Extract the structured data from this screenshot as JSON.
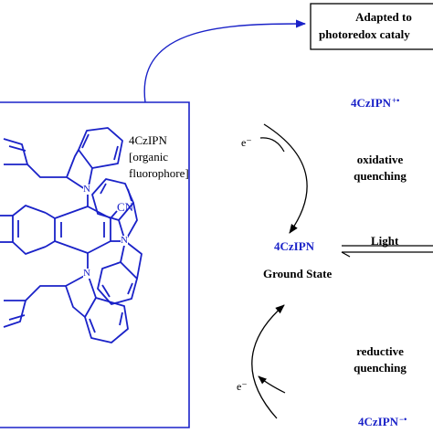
{
  "colors": {
    "accent_blue": "#1a22c8",
    "line": "#000000",
    "background": "#ffffff"
  },
  "callout": {
    "line1": "Adapted to",
    "line2": "photoredox cataly"
  },
  "molecule": {
    "label_line1": "4CzIPN",
    "label_line2": "[organic",
    "label_line3": "fluorophore]",
    "cn_label": "CN",
    "n_label": "N"
  },
  "cycle": {
    "oxidized_species": "4CzIPN",
    "oxidized_charge": "+•",
    "electron_top": "e⁻",
    "oxidative_line1": "oxidative",
    "oxidative_line2": "quenching",
    "ground_species": "4CzIPN",
    "ground_state": "Ground State",
    "light_label": "Light",
    "reductive_line1": "reductive",
    "reductive_line2": "quenching",
    "electron_bottom": "e⁻",
    "reduced_species": "4CzIPN",
    "reduced_charge": "−•"
  }
}
